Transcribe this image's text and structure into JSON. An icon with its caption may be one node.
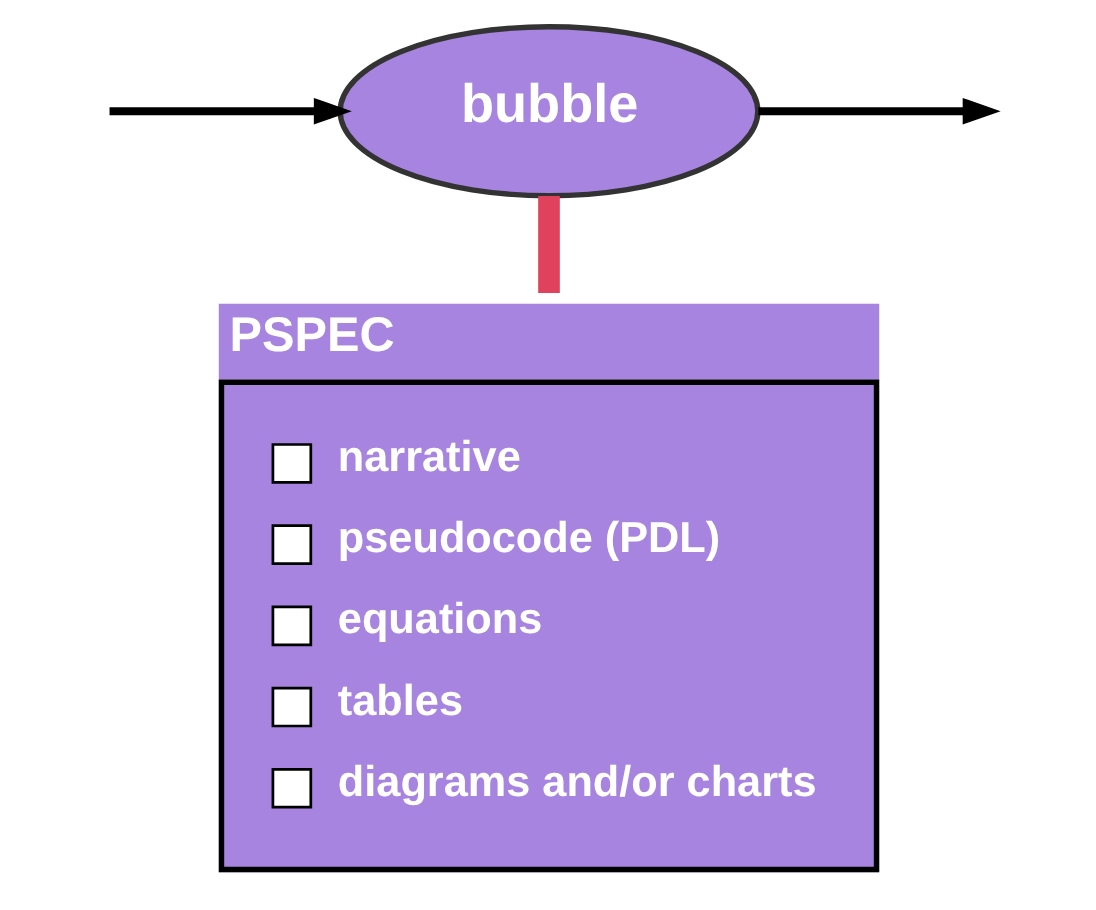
{
  "diagram": {
    "nodes": [
      {
        "text": [
          "bubble"
        ]
      },
      {
        "text": [
          "PSPEC",
          "narrative",
          "pseudocode (PDL)",
          "equations",
          "tables",
          "diagrams and/or charts"
        ]
      }
    ],
    "edges": [
      {
        "from": null,
        "to": 0,
        "arrow": "to"
      },
      {
        "from": 0,
        "to": null,
        "arrow": "to"
      },
      {
        "from": 0,
        "to": 1,
        "arrow": "none",
        "style": "thick",
        "color": "#e0425e"
      }
    ]
  }
}
